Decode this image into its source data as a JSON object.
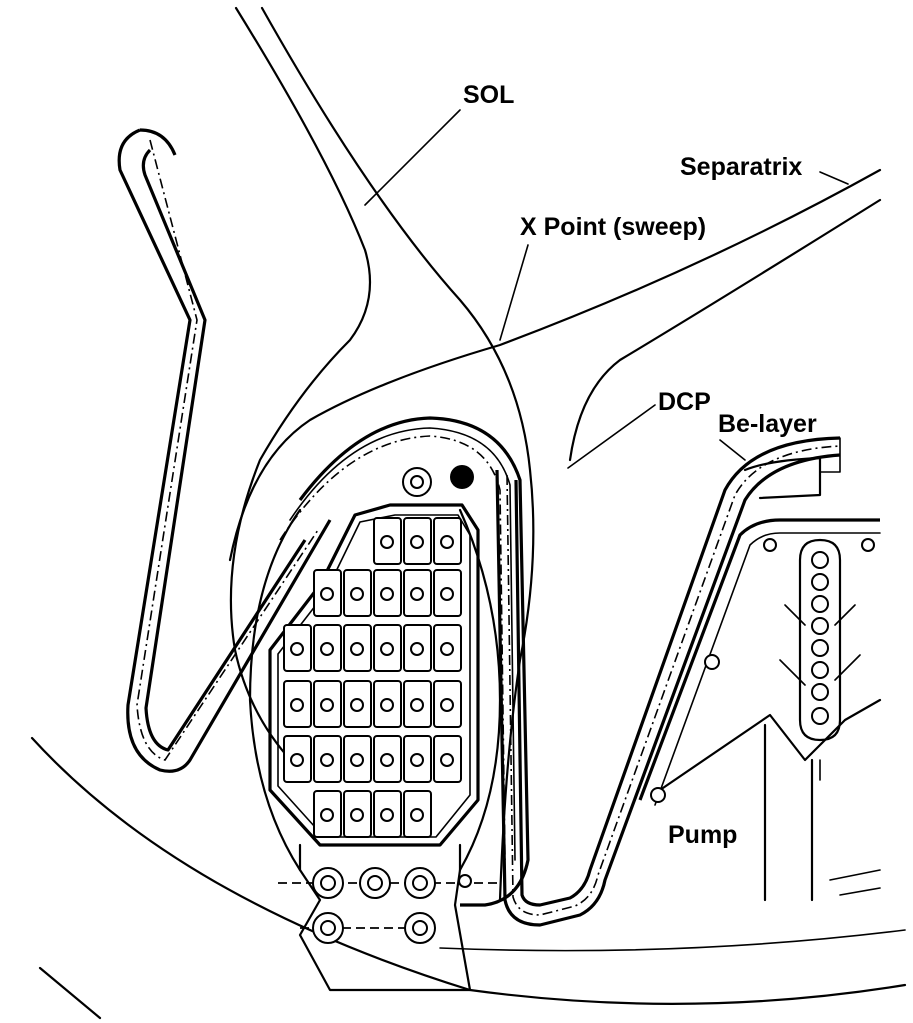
{
  "labels": {
    "sol": "SOL",
    "separatrix": "Separatrix",
    "x_point": "X Point (sweep)",
    "dcp": "DCP",
    "be_layer": "Be-layer",
    "pump": "Pump"
  }
}
